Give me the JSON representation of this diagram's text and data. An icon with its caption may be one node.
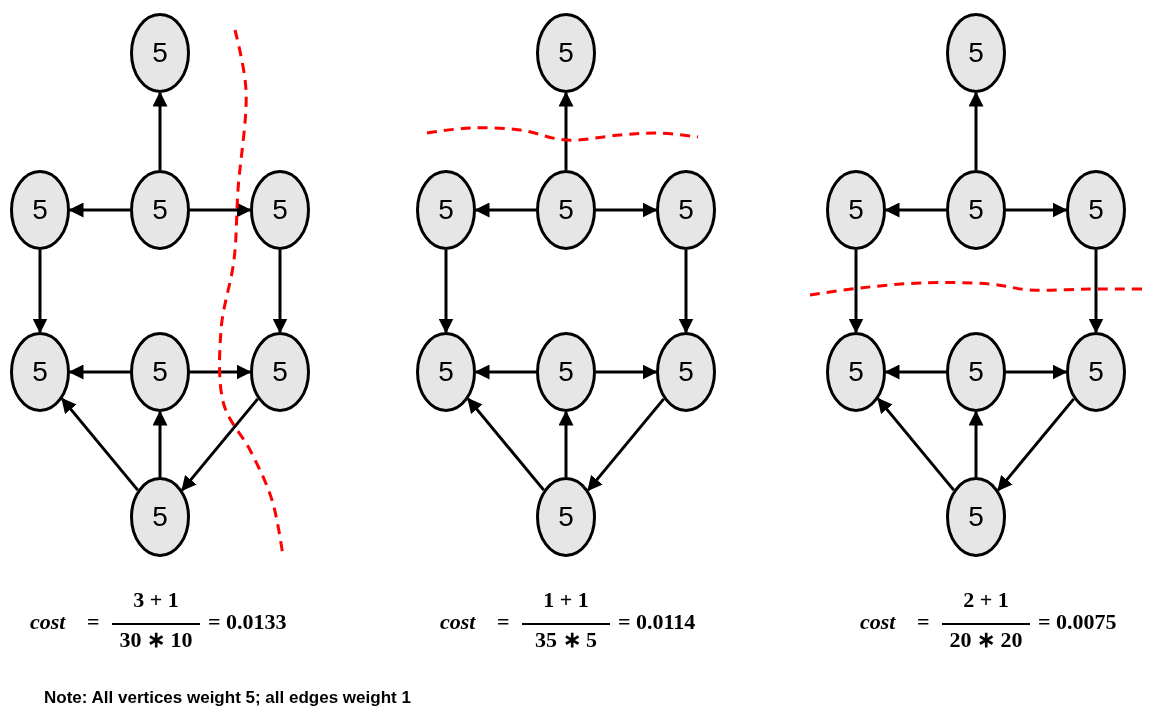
{
  "diagram": {
    "nodes": [
      {
        "text": [
          "5"
        ]
      },
      {
        "text": [
          "5"
        ]
      },
      {
        "text": [
          "5"
        ]
      },
      {
        "text": [
          "5"
        ]
      },
      {
        "text": [
          "5"
        ]
      },
      {
        "text": [
          "5"
        ]
      },
      {
        "text": [
          "5"
        ]
      },
      {
        "text": [
          "5"
        ]
      },
      {
        "text": [
          "5"
        ]
      },
      {
        "text": [
          "5"
        ]
      },
      {
        "text": [
          "5"
        ]
      },
      {
        "text": [
          "5"
        ]
      },
      {
        "text": [
          "5"
        ]
      },
      {
        "text": [
          "5"
        ]
      },
      {
        "text": [
          "5"
        ]
      },
      {
        "text": [
          "5"
        ]
      },
      {
        "text": [
          "5"
        ]
      },
      {
        "text": [
          "5"
        ]
      },
      {
        "text": [
          "5"
        ]
      },
      {
        "text": [
          "5"
        ]
      },
      {
        "text": [
          "5"
        ]
      },
      {
        "text": [
          "5"
        ]
      },
      {
        "text": [
          "5"
        ]
      },
      {
        "text": [
          "5"
        ]
      }
    ],
    "edges": [
      {
        "from": 2,
        "to": 0,
        "arrow": "to"
      },
      {
        "from": 2,
        "to": 1,
        "arrow": "to"
      },
      {
        "from": 2,
        "to": 3,
        "arrow": "to"
      },
      {
        "from": 1,
        "to": 4,
        "arrow": "to"
      },
      {
        "from": 3,
        "to": 6,
        "arrow": "to"
      },
      {
        "from": 5,
        "to": 4,
        "arrow": "to"
      },
      {
        "from": 5,
        "to": 6,
        "arrow": "to"
      },
      {
        "from": 7,
        "to": 5,
        "arrow": "to"
      },
      {
        "from": 7,
        "to": 4,
        "arrow": "to"
      },
      {
        "from": 6,
        "to": 7,
        "arrow": "to"
      },
      {
        "from": 10,
        "to": 8,
        "arrow": "to"
      },
      {
        "from": 10,
        "to": 9,
        "arrow": "to"
      },
      {
        "from": 10,
        "to": 11,
        "arrow": "to"
      },
      {
        "from": 9,
        "to": 12,
        "arrow": "to"
      },
      {
        "from": 11,
        "to": 14,
        "arrow": "to"
      },
      {
        "from": 13,
        "to": 12,
        "arrow": "to"
      },
      {
        "from": 13,
        "to": 14,
        "arrow": "to"
      },
      {
        "from": 15,
        "to": 13,
        "arrow": "to"
      },
      {
        "from": 15,
        "to": 12,
        "arrow": "to"
      },
      {
        "from": 14,
        "to": 15,
        "arrow": "to"
      },
      {
        "from": 18,
        "to": 16,
        "arrow": "to"
      },
      {
        "from": 18,
        "to": 17,
        "arrow": "to"
      },
      {
        "from": 18,
        "to": 19,
        "arrow": "to"
      },
      {
        "from": 17,
        "to": 20,
        "arrow": "to"
      },
      {
        "from": 19,
        "to": 22,
        "arrow": "to"
      },
      {
        "from": 21,
        "to": 20,
        "arrow": "to"
      },
      {
        "from": 21,
        "to": 22,
        "arrow": "to"
      },
      {
        "from": 23,
        "to": 21,
        "arrow": "to"
      },
      {
        "from": 23,
        "to": 20,
        "arrow": "to"
      },
      {
        "from": 22,
        "to": 23,
        "arrow": "to"
      }
    ],
    "labels": [
      "cost",
      "=",
      "3 + 1",
      "30  ∗ 10",
      "= 0.0133",
      "cost",
      "=",
      "1 + 1",
      "35  ∗ 5",
      "= 0.0114",
      "cost",
      "=",
      "2 + 1",
      "20  ∗ 20",
      "= 0.0075",
      "Note: All vertices weight 5; all edges weight 1"
    ]
  }
}
